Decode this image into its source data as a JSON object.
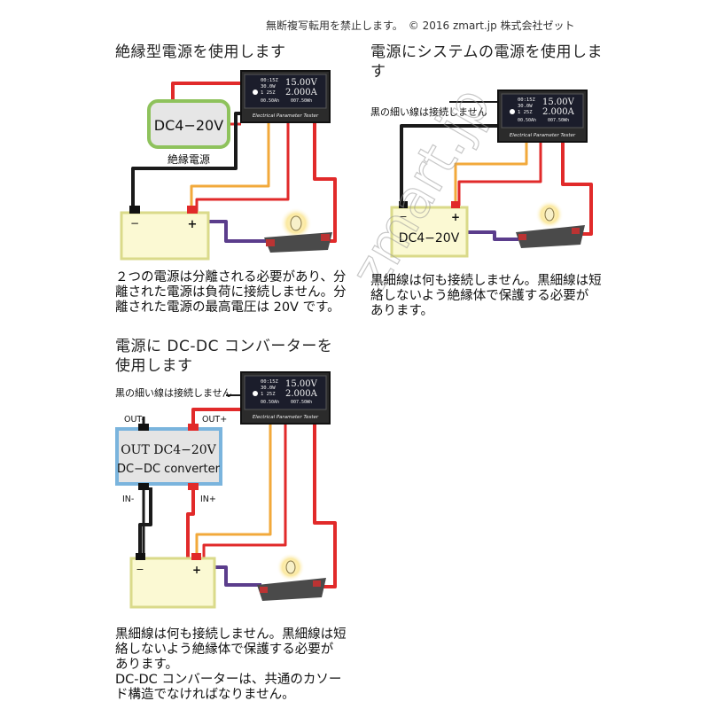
{
  "copyright": "無断複写転用を禁止します。　© 2016 zmart.jp  株式会社ゼット",
  "watermark": "zmart.jp",
  "meter": {
    "label": "Electrical Parameter Tester",
    "r1c1": "00:15Z",
    "r2c1": "30.0W",
    "r3c1": "1   25Z",
    "r4c1": "00.50Ah",
    "r4c2": "007.50Wh",
    "voltage": "15.00V",
    "current": "2.000A"
  },
  "section1": {
    "heading": "絶縁型電源を使用します",
    "supply_label": "DC4−20V",
    "supply_caption": "絶縁電源",
    "minus": "−",
    "plus": "+",
    "desc": [
      "２つの電源は分離される必要があり、分",
      "離された電源は負荷に接続しません。分",
      "離された電源の最高電圧は  20V  です。"
    ]
  },
  "section2": {
    "heading_l1": "電源にシステムの電源を使用しま",
    "heading_l2": "す",
    "black_note": "黒の細い線は接続しません",
    "battery_label": "DC4−20V",
    "minus": "−",
    "plus": "+",
    "desc": [
      "黒細線は何も接続しません。黒細線は短",
      "絡しないよう絶縁体で保護する必要が",
      "あります。"
    ]
  },
  "section3": {
    "heading_l1": "電源に  DC-DC  コンバーターを",
    "heading_l2": "使用します",
    "black_note": "黒の細い線は接続しません",
    "out_minus": "OUT-",
    "out_plus": "OUT+",
    "in_minus": "IN-",
    "in_plus": "IN+",
    "conv_l1": "OUT  DC4−20V",
    "conv_l2": "DC−DC converter",
    "minus": "−",
    "plus": "+",
    "desc": [
      "黒細線は何も接続しません。黒細線は短",
      "絡しないよう絶縁体で保護する必要が",
      "あります。",
      "DC-DC  コンバーターは、共通のカソー",
      "ド構造でなければなりません。"
    ]
  },
  "colors": {
    "red": "#e12a2a",
    "black": "#1a1a1a",
    "orange": "#f2a93b",
    "purple": "#5b3d8c",
    "battery_fill": "#fbf9d3",
    "battery_border": "#dada8a",
    "supply_fill": "#e6e6e6",
    "supply_border": "#8ec25c",
    "converter_fill": "#e4e4e4",
    "converter_border": "#7ab4dd"
  }
}
